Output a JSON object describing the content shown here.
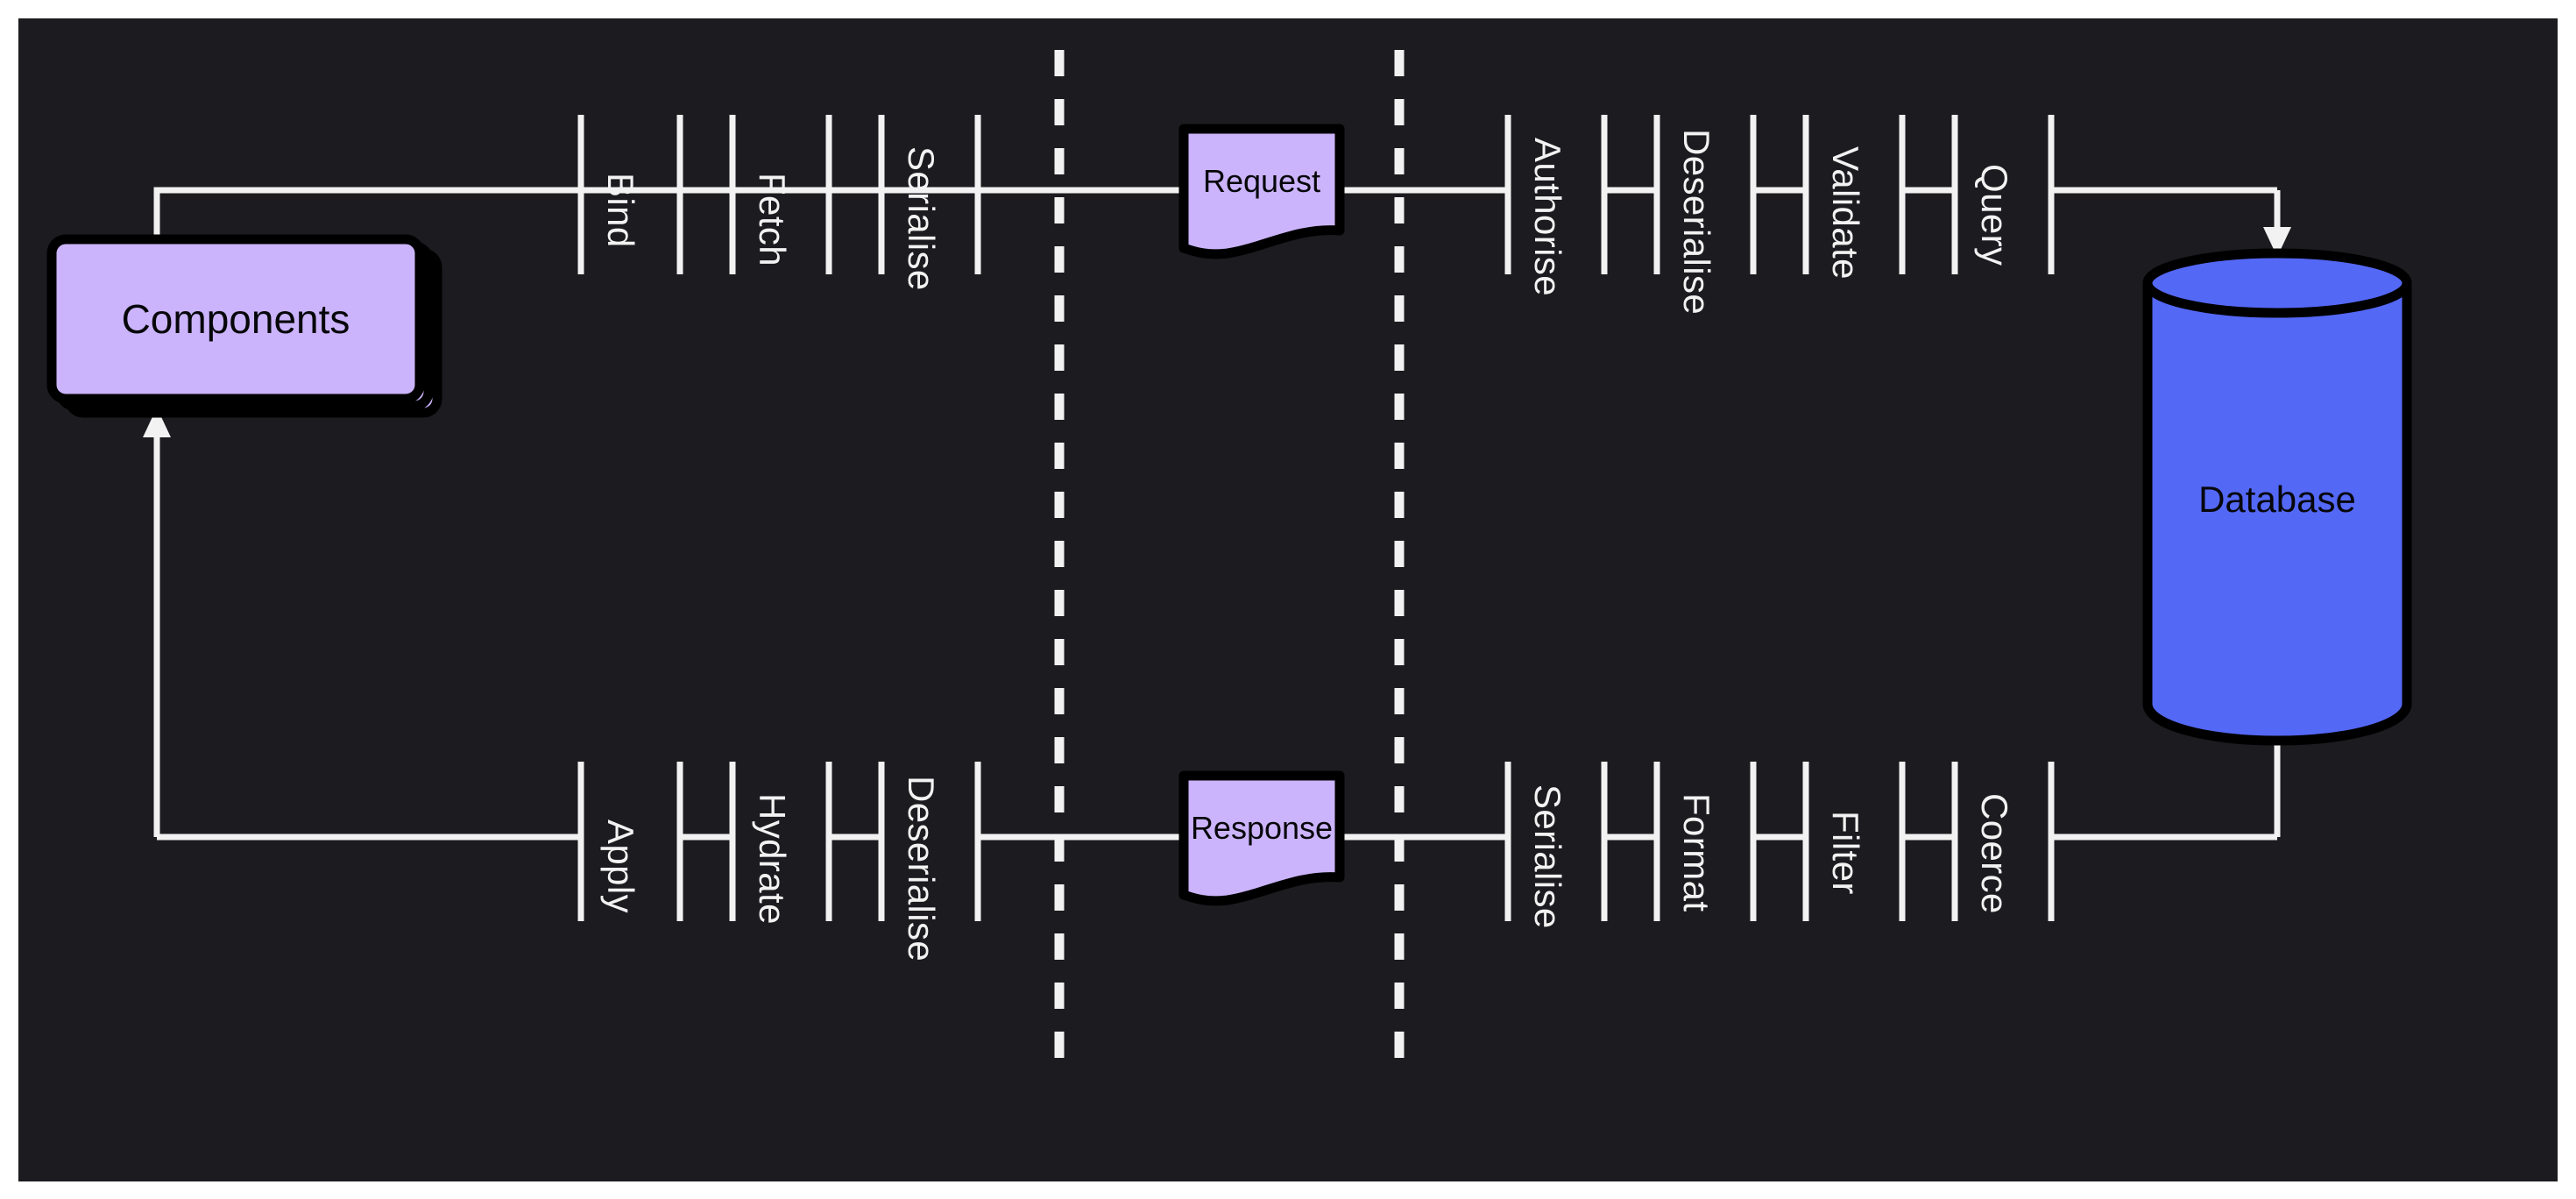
{
  "diagram": {
    "title": "Request/Response pipeline between Components and Database",
    "background_color": "#1b1b20",
    "border_color": "#ffffff",
    "line_color": "#f2f2f2",
    "node_fill_purple": "#cbb4fb",
    "node_fill_blue": "#5468f6",
    "node_stroke": "#000000"
  },
  "nodes": {
    "components": {
      "label": "Components",
      "shape": "stacked-card",
      "fill": "#cbb4fb"
    },
    "request": {
      "label": "Request",
      "shape": "document",
      "fill": "#cbb4fb"
    },
    "response": {
      "label": "Response",
      "shape": "document",
      "fill": "#cbb4fb"
    },
    "database": {
      "label": "Database",
      "shape": "cylinder",
      "fill": "#5468f6"
    }
  },
  "boundaries": {
    "style": "dashed-vertical",
    "count": 2,
    "labels": [
      "",
      ""
    ]
  },
  "request_pipeline": {
    "direction": "left-to-right",
    "client_stages": [
      "Bind",
      "Fetch",
      "Serialise"
    ],
    "server_stages": [
      "Authorise",
      "Deserialise",
      "Validate",
      "Query"
    ]
  },
  "response_pipeline": {
    "direction": "right-to-left",
    "client_stages": [
      "Apply",
      "Hydrate",
      "Deserialise"
    ],
    "server_stages": [
      "Serialise",
      "Format",
      "Filter",
      "Coerce"
    ]
  },
  "arrows": [
    {
      "name": "query-to-database",
      "from": "Query",
      "to": "Database",
      "head": "down"
    },
    {
      "name": "coerce-to-components",
      "from": "Database",
      "to": "Components",
      "head": "up"
    }
  ]
}
